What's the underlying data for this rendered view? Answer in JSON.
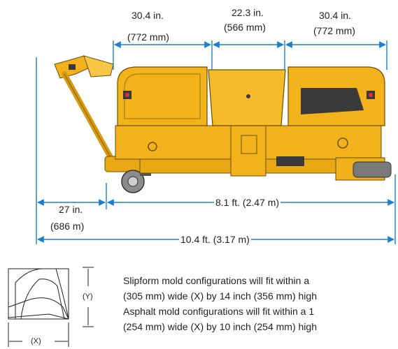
{
  "dimensions": {
    "left_gap": {
      "imperial": "30.4 in.",
      "metric": "(772 mm)"
    },
    "center_gap": {
      "imperial": "22.3 in.",
      "metric": "(566 mm)"
    },
    "right_gap": {
      "imperial": "30.4 in.",
      "metric": "(772 mm)"
    },
    "handle_offset": {
      "imperial": "27 in.",
      "metric": "(686 m)"
    },
    "machine_length": "8.1 ft. (2.47 m)",
    "overall_length": "10.4 ft. (3.17 m)"
  },
  "mold_profile": {
    "height_label": "(Y)",
    "width_label": "(X)"
  },
  "notes": [
    "Slipform mold configurations will fit within a",
    "(305 mm) wide (X) by 14 inch (356 mm) high",
    "Asphalt mold configurations will fit within a 1",
    "(254 mm) wide (X) by 10 inch (254 mm) high"
  ],
  "colors": {
    "dimension_line": "#1a7fd0",
    "machine_body": "#f2b21b",
    "machine_dark": "#3a3a3a"
  }
}
